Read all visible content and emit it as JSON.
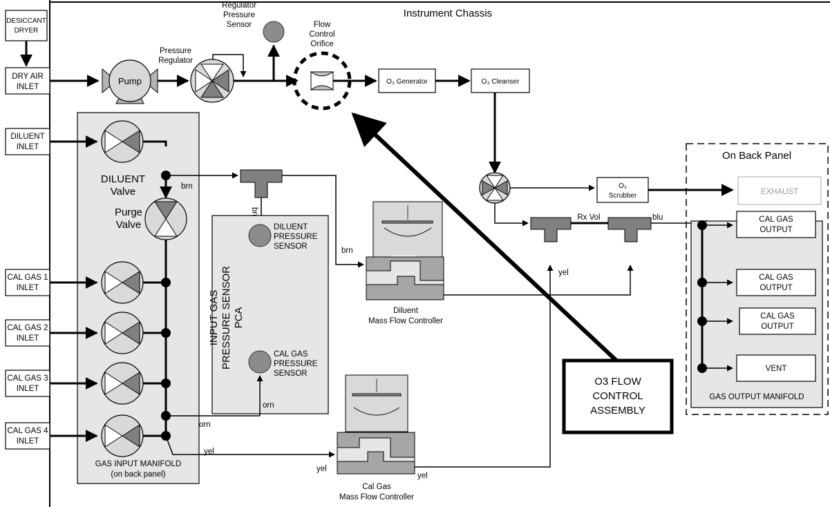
{
  "colors": {
    "panel": "#e6e6e6",
    "sensor": "#8c8c8c",
    "valve_dark": "#808080",
    "arrow": "#000000"
  },
  "chassis": {
    "title": "Instrument Chassis"
  },
  "desiccant": {
    "line1": "DESICCANT",
    "line2": "DRYER"
  },
  "dry_air_inlet": {
    "line1": "DRY AIR",
    "line2": "INLET"
  },
  "pump": {
    "label": "Pump"
  },
  "pressure_regulator": {
    "line1": "Pressure",
    "line2": "Regulator"
  },
  "regulator_sensor": {
    "line1": "Regulator",
    "line2": "Pressure",
    "line3": "Sensor"
  },
  "flow_orifice": {
    "line1": "Flow",
    "line2": "Control",
    "line3": "Orifice"
  },
  "o3_generator": {
    "label": "O₃ Generator"
  },
  "o3_cleanser": {
    "label": "O₃ Cleanser"
  },
  "diluent_inlet": {
    "line1": "DILUENT",
    "line2": "INLET"
  },
  "diluent_valve": {
    "line1": "DILUENT",
    "line2": "Valve"
  },
  "purge_valve": {
    "line1": "Purge",
    "line2": "Valve"
  },
  "cal_inlets": [
    {
      "line1": "CAL GAS 1",
      "line2": "INLET"
    },
    {
      "line1": "CAL GAS 2",
      "line2": "INLET"
    },
    {
      "line1": "CAL GAS 3",
      "line2": "INLET"
    },
    {
      "line1": "CAL GAS 4",
      "line2": "INLET"
    }
  ],
  "gas_input_manifold": {
    "line1": "GAS INPUT MANIFOLD",
    "line2": "(on back panel)"
  },
  "wire_labels": {
    "brn": "brn",
    "orn": "orn",
    "yel": "yel",
    "blu": "blu",
    "rx_vol": "Rx Vol"
  },
  "sensor_pca": {
    "vertical_line1": "INPUT GAS",
    "vertical_line2": "PRESSURE SENSOR",
    "vertical_line3": "PCA",
    "diluent_sensor": {
      "line1": "DILUENT",
      "line2": "PRESSURE",
      "line3": "SENSOR"
    },
    "calgas_sensor": {
      "line1": "CAL GAS",
      "line2": "PRESSURE",
      "line3": "SENSOR"
    }
  },
  "diluent_mfc": {
    "line1": "Diluent",
    "line2": "Mass Flow Controller"
  },
  "calgas_mfc": {
    "line1": "Cal Gas",
    "line2": "Mass Flow Controller"
  },
  "o3_scrubber": {
    "line1": "O₃",
    "line2": "Scrubber"
  },
  "back_panel": {
    "title": "On Back Panel"
  },
  "exhaust": {
    "label": "EXHAUST"
  },
  "outputs": [
    {
      "line1": "CAL GAS",
      "line2": "OUTPUT"
    },
    {
      "line1": "CAL GAS",
      "line2": "OUTPUT"
    },
    {
      "line1": "CAL GAS",
      "line2": "OUTPUT"
    },
    {
      "line1": "VENT",
      "line2": ""
    }
  ],
  "gas_output_manifold": {
    "label": "GAS OUTPUT MANIFOLD"
  },
  "callout": {
    "line1": "O3 FLOW",
    "line2": "CONTROL",
    "line3": "ASSEMBLY"
  }
}
